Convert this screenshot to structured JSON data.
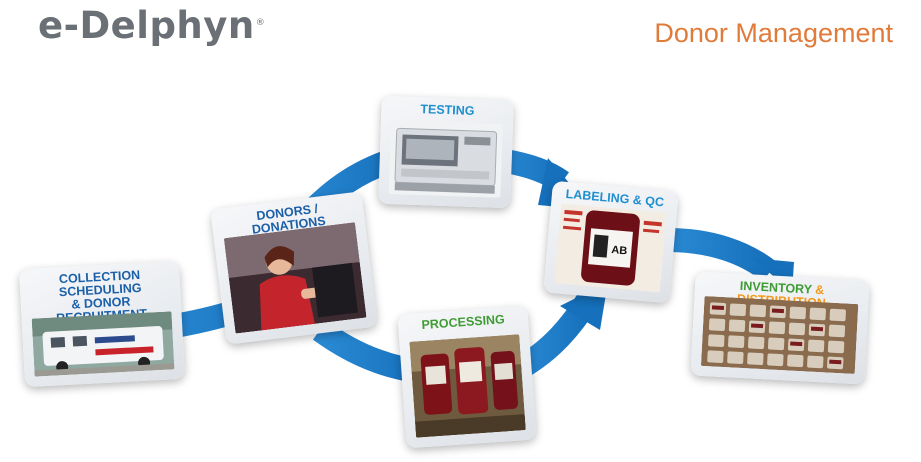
{
  "brand": {
    "name": "e-Delphyn",
    "mark": "®"
  },
  "header": {
    "title": "Donor Management"
  },
  "stages": {
    "collection": {
      "line1": "Collection Scheduling",
      "line2": "& Donor Recruitment"
    },
    "donors": {
      "label": "Donors / Donations"
    },
    "testing": {
      "label": "Testing"
    },
    "processing": {
      "label": "Processing"
    },
    "labeling": {
      "label": "Labeling & QC"
    },
    "inventory": {
      "part1": "Inventory",
      "part2": " & ",
      "part3": "Distribution"
    }
  },
  "photos": {
    "labeling_blood_type": "AB"
  },
  "colors": {
    "arrow": "#1e7fc9",
    "title": "#e07b3a",
    "brand": "#6b6f76",
    "label_blue": "#1f8fd0",
    "label_green": "#3f9c35",
    "label_orange": "#f39a1c"
  }
}
